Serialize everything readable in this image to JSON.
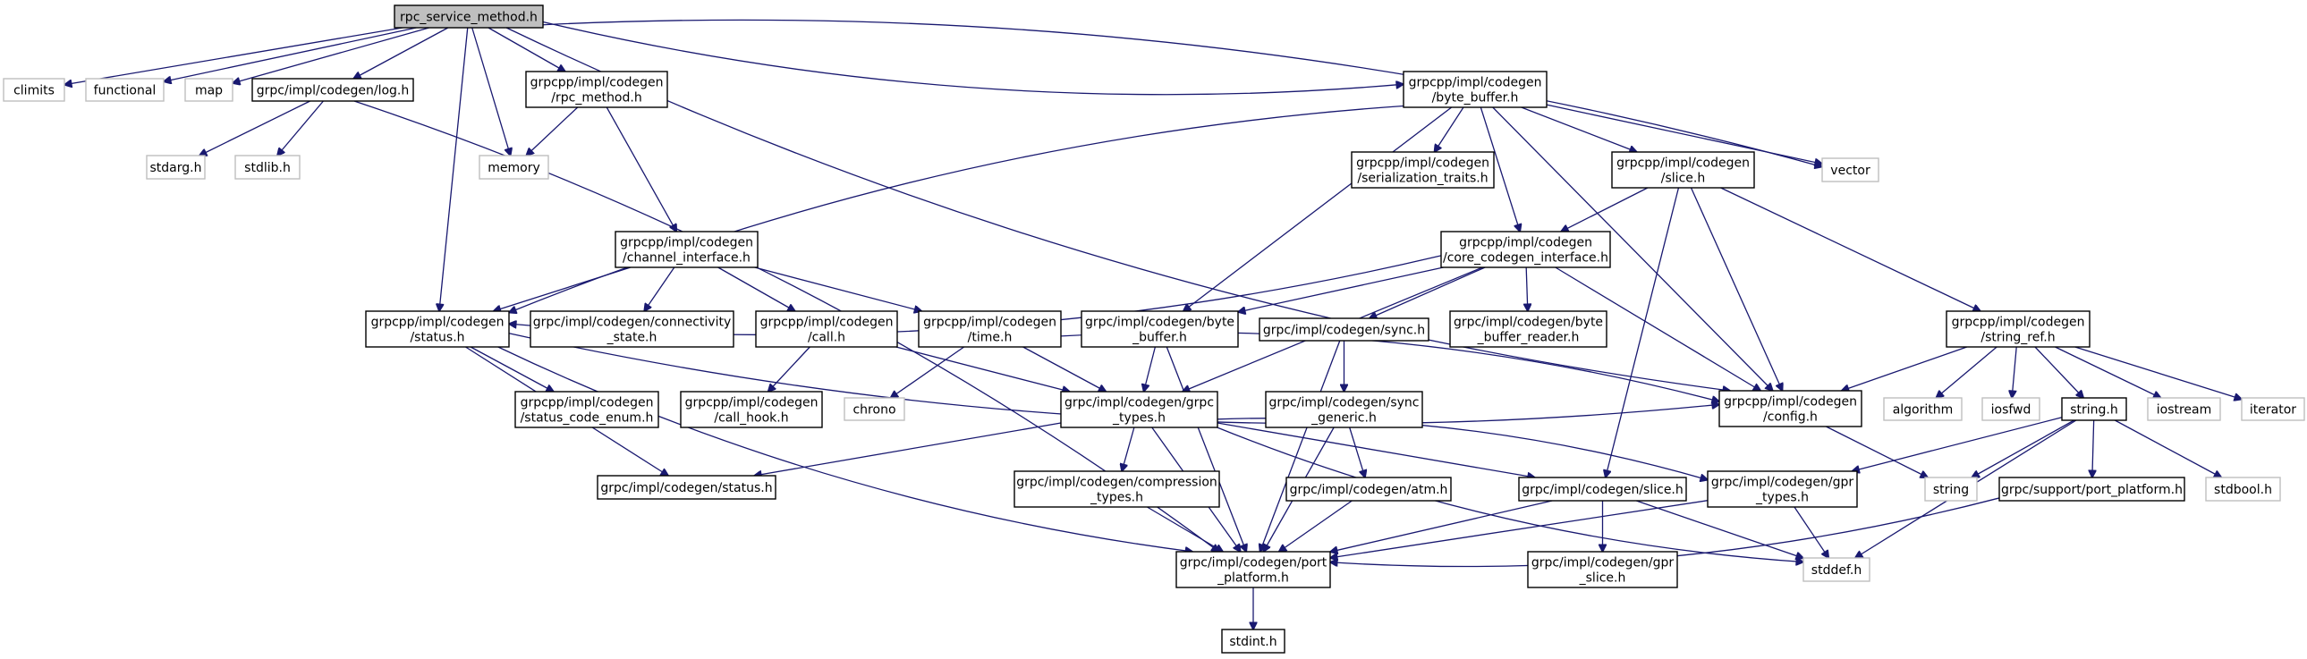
{
  "title": "rpc_service_method.h include dependency graph",
  "colors": {
    "edge": "#191970",
    "root_fill": "#bfbfbf",
    "documented_border": "#000000",
    "external_border": "#bfbfbf",
    "external_text": "#000000"
  },
  "nodes": [
    {
      "id": "root",
      "lines": [
        "rpc_service_method.h"
      ],
      "kind": "root"
    },
    {
      "id": "climits",
      "lines": [
        "climits"
      ],
      "kind": "external"
    },
    {
      "id": "functional",
      "lines": [
        "functional"
      ],
      "kind": "external"
    },
    {
      "id": "map",
      "lines": [
        "map"
      ],
      "kind": "external"
    },
    {
      "id": "log",
      "lines": [
        "grpc/impl/codegen/log.h"
      ],
      "kind": "file"
    },
    {
      "id": "rpc_method",
      "lines": [
        "grpcpp/impl/codegen",
        "/rpc_method.h"
      ],
      "kind": "file"
    },
    {
      "id": "byte_buffer_pp",
      "lines": [
        "grpcpp/impl/codegen",
        "/byte_buffer.h"
      ],
      "kind": "file"
    },
    {
      "id": "stdarg",
      "lines": [
        "stdarg.h"
      ],
      "kind": "external"
    },
    {
      "id": "stdlib",
      "lines": [
        "stdlib.h"
      ],
      "kind": "external"
    },
    {
      "id": "memory",
      "lines": [
        "memory"
      ],
      "kind": "external"
    },
    {
      "id": "serialization_traits",
      "lines": [
        "grpcpp/impl/codegen",
        "/serialization_traits.h"
      ],
      "kind": "file"
    },
    {
      "id": "slice_pp",
      "lines": [
        "grpcpp/impl/codegen",
        "/slice.h"
      ],
      "kind": "file"
    },
    {
      "id": "vector",
      "lines": [
        "vector"
      ],
      "kind": "external"
    },
    {
      "id": "channel_interface",
      "lines": [
        "grpcpp/impl/codegen",
        "/channel_interface.h"
      ],
      "kind": "file"
    },
    {
      "id": "core_codegen_interface",
      "lines": [
        "grpcpp/impl/codegen",
        "/core_codegen_interface.h"
      ],
      "kind": "file"
    },
    {
      "id": "status_pp",
      "lines": [
        "grpcpp/impl/codegen",
        "/status.h"
      ],
      "kind": "file"
    },
    {
      "id": "connectivity_state",
      "lines": [
        "grpc/impl/codegen/connectivity",
        "_state.h"
      ],
      "kind": "file"
    },
    {
      "id": "call",
      "lines": [
        "grpcpp/impl/codegen",
        "/call.h"
      ],
      "kind": "file"
    },
    {
      "id": "time",
      "lines": [
        "grpcpp/impl/codegen",
        "/time.h"
      ],
      "kind": "file"
    },
    {
      "id": "byte_buffer_c",
      "lines": [
        "grpc/impl/codegen/byte",
        "_buffer.h"
      ],
      "kind": "file"
    },
    {
      "id": "sync",
      "lines": [
        "grpc/impl/codegen/sync.h"
      ],
      "kind": "file"
    },
    {
      "id": "byte_buffer_reader",
      "lines": [
        "grpc/impl/codegen/byte",
        "_buffer_reader.h"
      ],
      "kind": "file"
    },
    {
      "id": "string_ref",
      "lines": [
        "grpcpp/impl/codegen",
        "/string_ref.h"
      ],
      "kind": "file"
    },
    {
      "id": "status_code_enum",
      "lines": [
        "grpcpp/impl/codegen",
        "/status_code_enum.h"
      ],
      "kind": "file"
    },
    {
      "id": "call_hook",
      "lines": [
        "grpcpp/impl/codegen",
        "/call_hook.h"
      ],
      "kind": "file"
    },
    {
      "id": "chrono",
      "lines": [
        "chrono"
      ],
      "kind": "external"
    },
    {
      "id": "grpc_types",
      "lines": [
        "grpc/impl/codegen/grpc",
        "_types.h"
      ],
      "kind": "file"
    },
    {
      "id": "sync_generic",
      "lines": [
        "grpc/impl/codegen/sync",
        "_generic.h"
      ],
      "kind": "file"
    },
    {
      "id": "config",
      "lines": [
        "grpcpp/impl/codegen",
        "/config.h"
      ],
      "kind": "file"
    },
    {
      "id": "algorithm",
      "lines": [
        "algorithm"
      ],
      "kind": "external"
    },
    {
      "id": "iosfwd",
      "lines": [
        "iosfwd"
      ],
      "kind": "external"
    },
    {
      "id": "string_h",
      "lines": [
        "string.h"
      ],
      "kind": "file"
    },
    {
      "id": "iostream",
      "lines": [
        "iostream"
      ],
      "kind": "external"
    },
    {
      "id": "iterator",
      "lines": [
        "iterator"
      ],
      "kind": "external"
    },
    {
      "id": "status_c",
      "lines": [
        "grpc/impl/codegen/status.h"
      ],
      "kind": "file"
    },
    {
      "id": "compression_types",
      "lines": [
        "grpc/impl/codegen/compression",
        "_types.h"
      ],
      "kind": "file"
    },
    {
      "id": "atm",
      "lines": [
        "grpc/impl/codegen/atm.h"
      ],
      "kind": "file"
    },
    {
      "id": "slice_c",
      "lines": [
        "grpc/impl/codegen/slice.h"
      ],
      "kind": "file"
    },
    {
      "id": "gpr_types",
      "lines": [
        "grpc/impl/codegen/gpr",
        "_types.h"
      ],
      "kind": "file"
    },
    {
      "id": "string",
      "lines": [
        "string"
      ],
      "kind": "external"
    },
    {
      "id": "support_port_platform",
      "lines": [
        "grpc/support/port_platform.h"
      ],
      "kind": "file"
    },
    {
      "id": "stdbool",
      "lines": [
        "stdbool.h"
      ],
      "kind": "external"
    },
    {
      "id": "port_platform",
      "lines": [
        "grpc/impl/codegen/port",
        "_platform.h"
      ],
      "kind": "file"
    },
    {
      "id": "gpr_slice",
      "lines": [
        "grpc/impl/codegen/gpr",
        "_slice.h"
      ],
      "kind": "file"
    },
    {
      "id": "stddef",
      "lines": [
        "stddef.h"
      ],
      "kind": "external"
    },
    {
      "id": "stdint",
      "lines": [
        "stdint.h"
      ],
      "kind": "file"
    }
  ],
  "edges": [
    [
      "root",
      "climits"
    ],
    [
      "root",
      "functional"
    ],
    [
      "root",
      "map"
    ],
    [
      "root",
      "log"
    ],
    [
      "root",
      "status_pp"
    ],
    [
      "root",
      "memory"
    ],
    [
      "root",
      "rpc_method"
    ],
    [
      "root",
      "byte_buffer_pp"
    ],
    [
      "root",
      "vector"
    ],
    [
      "root",
      "config"
    ],
    [
      "log",
      "stdarg"
    ],
    [
      "log",
      "stdlib"
    ],
    [
      "log",
      "port_platform"
    ],
    [
      "rpc_method",
      "memory"
    ],
    [
      "rpc_method",
      "channel_interface"
    ],
    [
      "byte_buffer_pp",
      "status_pp"
    ],
    [
      "byte_buffer_pp",
      "byte_buffer_c"
    ],
    [
      "byte_buffer_pp",
      "serialization_traits"
    ],
    [
      "byte_buffer_pp",
      "core_codegen_interface"
    ],
    [
      "byte_buffer_pp",
      "slice_pp"
    ],
    [
      "byte_buffer_pp",
      "vector"
    ],
    [
      "byte_buffer_pp",
      "config"
    ],
    [
      "channel_interface",
      "status_pp"
    ],
    [
      "channel_interface",
      "connectivity_state"
    ],
    [
      "channel_interface",
      "call"
    ],
    [
      "channel_interface",
      "time"
    ],
    [
      "core_codegen_interface",
      "status_pp"
    ],
    [
      "core_codegen_interface",
      "byte_buffer_c"
    ],
    [
      "core_codegen_interface",
      "sync"
    ],
    [
      "core_codegen_interface",
      "byte_buffer_reader"
    ],
    [
      "core_codegen_interface",
      "grpc_types"
    ],
    [
      "core_codegen_interface",
      "config"
    ],
    [
      "slice_pp",
      "core_codegen_interface"
    ],
    [
      "slice_pp",
      "config"
    ],
    [
      "slice_pp",
      "string_ref"
    ],
    [
      "slice_pp",
      "slice_c"
    ],
    [
      "status_pp",
      "status_code_enum"
    ],
    [
      "status_pp",
      "config"
    ],
    [
      "status_pp",
      "status_c"
    ],
    [
      "status_pp",
      "port_platform"
    ],
    [
      "call",
      "call_hook"
    ],
    [
      "call",
      "grpc_types"
    ],
    [
      "time",
      "chrono"
    ],
    [
      "time",
      "grpc_types"
    ],
    [
      "time",
      "config"
    ],
    [
      "byte_buffer_c",
      "grpc_types"
    ],
    [
      "byte_buffer_c",
      "port_platform"
    ],
    [
      "sync",
      "sync_generic"
    ],
    [
      "sync",
      "port_platform"
    ],
    [
      "string_ref",
      "config"
    ],
    [
      "string_ref",
      "algorithm"
    ],
    [
      "string_ref",
      "iosfwd"
    ],
    [
      "string_ref",
      "string_h"
    ],
    [
      "string_ref",
      "iostream"
    ],
    [
      "string_ref",
      "iterator"
    ],
    [
      "config",
      "string"
    ],
    [
      "grpc_types",
      "status_c"
    ],
    [
      "grpc_types",
      "compression_types"
    ],
    [
      "grpc_types",
      "port_platform"
    ],
    [
      "grpc_types",
      "slice_c"
    ],
    [
      "grpc_types",
      "gpr_types"
    ],
    [
      "grpc_types",
      "stddef"
    ],
    [
      "sync_generic",
      "atm"
    ],
    [
      "sync_generic",
      "port_platform"
    ],
    [
      "string_h",
      "gpr_types"
    ],
    [
      "string_h",
      "string"
    ],
    [
      "string_h",
      "support_port_platform"
    ],
    [
      "string_h",
      "stdbool"
    ],
    [
      "string_h",
      "stddef"
    ],
    [
      "compression_types",
      "port_platform"
    ],
    [
      "atm",
      "port_platform"
    ],
    [
      "slice_c",
      "port_platform"
    ],
    [
      "slice_c",
      "gpr_slice"
    ],
    [
      "slice_c",
      "stddef"
    ],
    [
      "gpr_types",
      "port_platform"
    ],
    [
      "gpr_types",
      "stddef"
    ],
    [
      "support_port_platform",
      "port_platform"
    ],
    [
      "port_platform",
      "stdint"
    ]
  ]
}
